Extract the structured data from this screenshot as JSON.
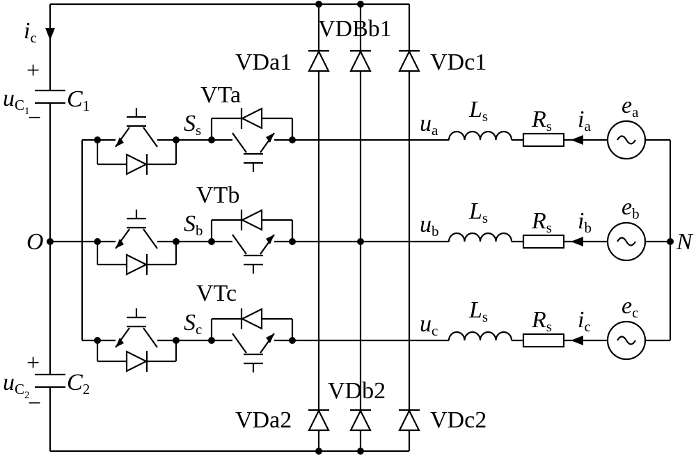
{
  "labels": {
    "ic_main": "i",
    "ic_main_sub": "c",
    "plus1": "+",
    "minus1": "−",
    "uc1": "u",
    "uc1_sub": "C",
    "uc1_sub2": "1",
    "c1": "C",
    "c1_sub": "1",
    "O": "O",
    "plus2": "+",
    "minus2": "−",
    "uc2": "u",
    "uc2_sub": "C",
    "uc2_sub2": "2",
    "c2": "C",
    "c2_sub": "2",
    "vta": "VTa",
    "vtb": "VTb",
    "vtc": "VTc",
    "sa": "S",
    "sa_sub": "s",
    "sb": "S",
    "sb_sub": "b",
    "sc": "S",
    "sc_sub": "c",
    "vda1": "VDa1",
    "vdb1": "VDBb1",
    "vdc1": "VDc1",
    "vda2": "VDa2",
    "vdb2": "VDb2",
    "vdc2": "VDc2",
    "ua": "u",
    "ua_sub": "a",
    "ub": "u",
    "ub_sub": "b",
    "uc": "u",
    "uc_sub": "c",
    "ls": "L",
    "ls_sub": "s",
    "rs": "R",
    "rs_sub": "s",
    "ia": "i",
    "ia_sub": "a",
    "ib": "i",
    "ib_sub": "b",
    "ic": "i",
    "ic_sub": "c",
    "ea": "e",
    "ea_sub": "a",
    "eb": "e",
    "eb_sub": "b",
    "ec": "e",
    "ec_sub": "c",
    "N": "N"
  }
}
